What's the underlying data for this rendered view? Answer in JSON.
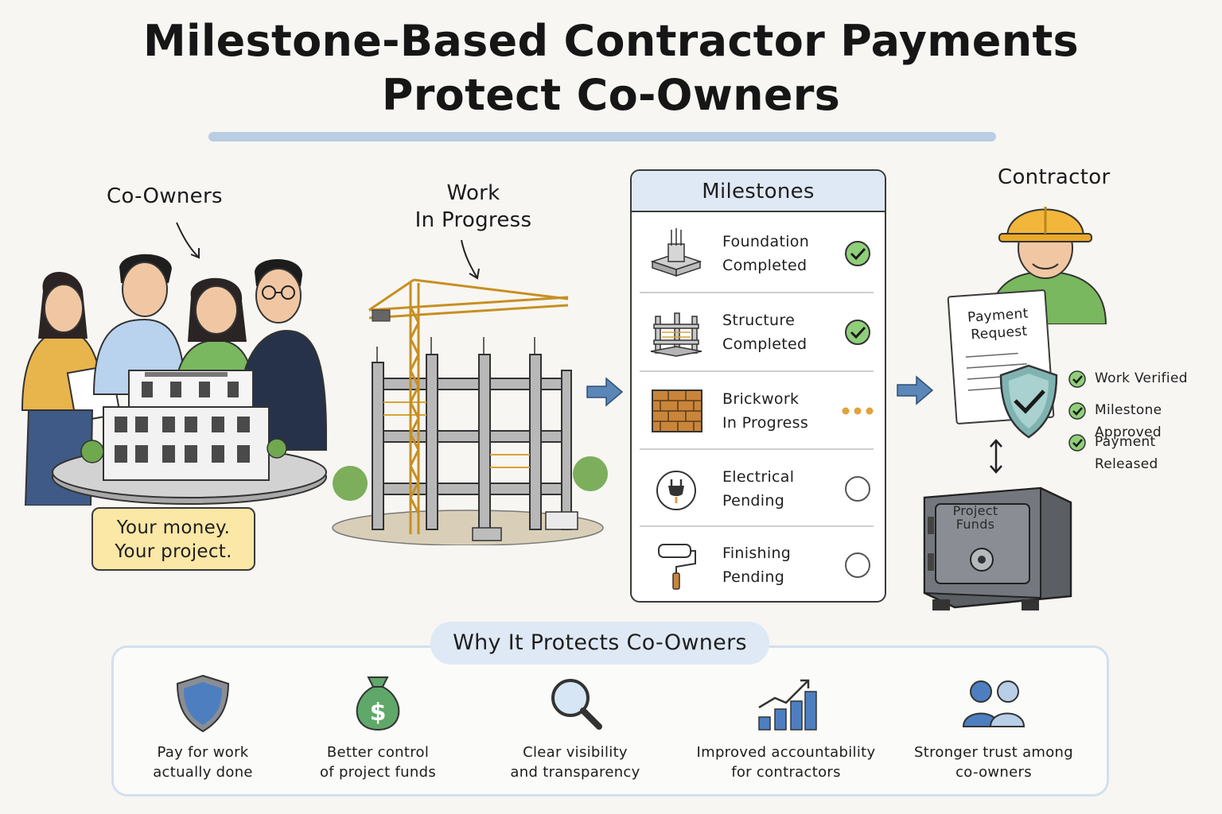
{
  "title": {
    "line1": "Milestone-Based Contractor Payments",
    "line2": "Protect Co-Owners"
  },
  "labels": {
    "co_owners": "Co-Owners",
    "work_line1": "Work",
    "work_line2": "In Progress",
    "contractor": "Contractor"
  },
  "tagline": {
    "line1": "Your money.",
    "line2": "Your project."
  },
  "milestones": {
    "title": "Milestones",
    "items": [
      {
        "line1": "Foundation",
        "line2": "Completed",
        "status": "completed",
        "icon": "foundation-icon"
      },
      {
        "line1": "Structure",
        "line2": "Completed",
        "status": "completed",
        "icon": "structure-icon"
      },
      {
        "line1": "Brickwork",
        "line2": "In Progress",
        "status": "in-progress",
        "icon": "brick-wall-icon"
      },
      {
        "line1": "Electrical",
        "line2": "Pending",
        "status": "pending",
        "icon": "electric-plug-icon"
      },
      {
        "line1": "Finishing",
        "line2": "Pending",
        "status": "pending",
        "icon": "paint-roller-icon"
      }
    ]
  },
  "payment_request": {
    "line1": "Payment",
    "line2": "Request"
  },
  "checklist": [
    "Work Verified",
    "Milestone Approved",
    "Payment Released"
  ],
  "safe": {
    "line1": "Project",
    "line2": "Funds"
  },
  "why": {
    "title": "Why It Protects Co-Owners",
    "benefits": [
      {
        "line1": "Pay for work",
        "line2": "actually done",
        "icon": "shield-icon"
      },
      {
        "line1": "Better control",
        "line2": "of project funds",
        "icon": "money-bag-icon"
      },
      {
        "line1": "Clear visibility",
        "line2": "and transparency",
        "icon": "magnifier-icon"
      },
      {
        "line1": "Improved accountability",
        "line2": "for contractors",
        "icon": "growth-chart-icon"
      },
      {
        "line1": "Stronger trust among",
        "line2": "co-owners",
        "icon": "people-icon"
      }
    ]
  },
  "colors": {
    "accent_blue": "#5b86b8",
    "check_green": "#8fcf7a",
    "pending_dots": "#e3a23a",
    "sticky_yellow": "#fbe7a6",
    "header_blue": "#dfe9f5"
  }
}
